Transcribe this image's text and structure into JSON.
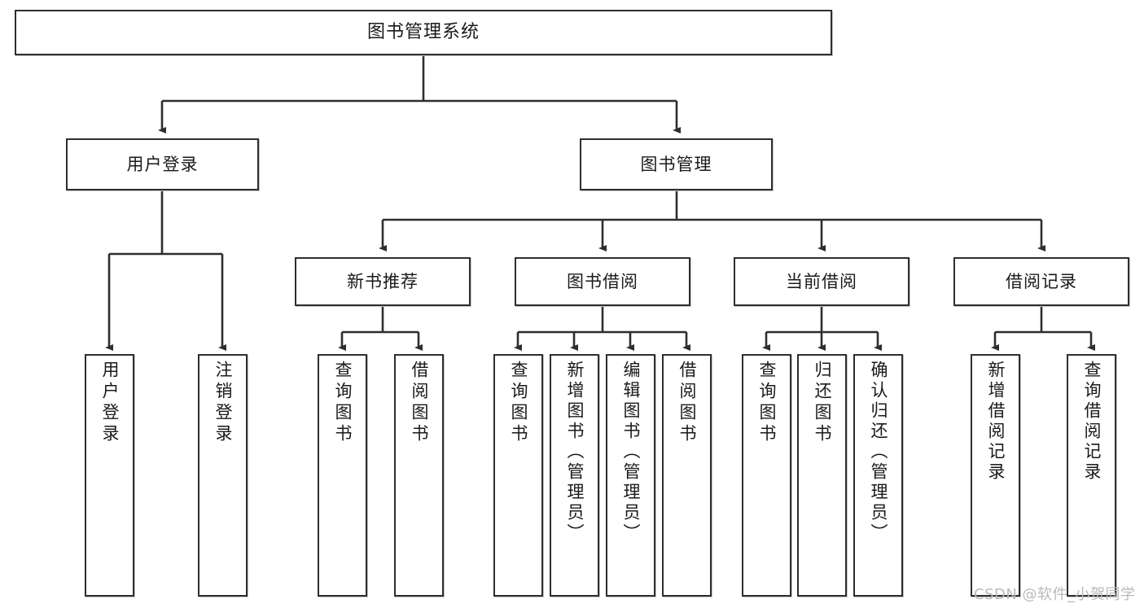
{
  "diagram": {
    "title": "图书管理系统",
    "type": "hierarchy-tree",
    "watermark": "CSDN @软件_小贺同学",
    "colors": {
      "border": "#2e2e2e",
      "text": "#1a1a1a",
      "background": "#ffffff",
      "edge": "#2e2e2e",
      "watermark": "#b9b9b9"
    },
    "nodes": {
      "root": {
        "label": "图书管理系统"
      },
      "level2": [
        {
          "label": "用户登录"
        },
        {
          "label": "图书管理"
        }
      ],
      "level3": [
        {
          "label": "新书推荐"
        },
        {
          "label": "图书借阅"
        },
        {
          "label": "当前借阅"
        },
        {
          "label": "借阅记录"
        }
      ],
      "leaves": {
        "user_login": [
          {
            "label": "用户登录"
          },
          {
            "label": "注销登录"
          }
        ],
        "new_book_recommend": [
          {
            "label": "查询图书"
          },
          {
            "label": "借阅图书"
          }
        ],
        "book_borrow": [
          {
            "label": "查询图书"
          },
          {
            "label": "新增图书（管理员）"
          },
          {
            "label": "编辑图书（管理员）"
          },
          {
            "label": "借阅图书"
          }
        ],
        "current_borrow": [
          {
            "label": "查询图书"
          },
          {
            "label": "归还图书"
          },
          {
            "label": "确认归还（管理员）"
          }
        ],
        "borrow_record": [
          {
            "label": "新增借阅记录"
          },
          {
            "label": "查询借阅记录"
          }
        ]
      }
    }
  }
}
